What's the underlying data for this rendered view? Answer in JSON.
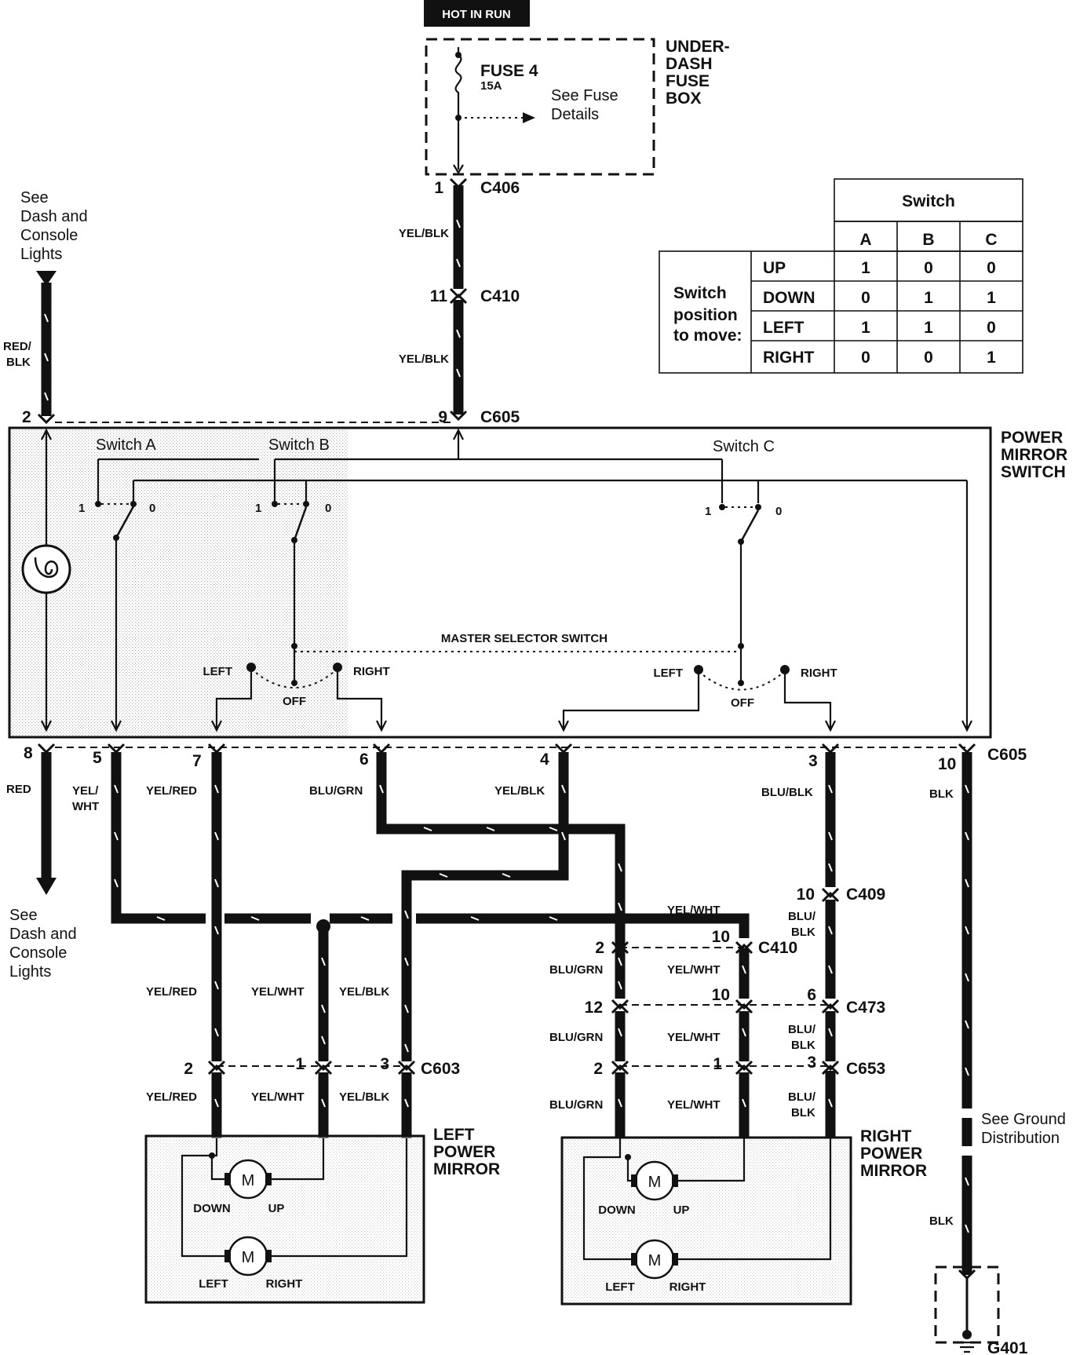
{
  "header": {
    "hot_in_run": "HOT IN RUN"
  },
  "fuse_box": {
    "title_lines": [
      "UNDER-",
      "DASH",
      "FUSE",
      "BOX"
    ],
    "fuse_label": "FUSE 4",
    "fuse_rating": "15A",
    "see_fuse_lines": [
      "See Fuse",
      "Details"
    ]
  },
  "top_left_ref": [
    "See",
    "Dash and",
    "Console",
    "Lights"
  ],
  "bottom_left_ref": [
    "See",
    "Dash and",
    "Console",
    "Lights"
  ],
  "connectors": {
    "c406": "C406",
    "c406_pin": "1",
    "c410_top": "C410",
    "c410_top_pin": "11",
    "c605_top": "C605",
    "c605_top_pin": "9",
    "left_pin_2": "2",
    "c605_bottom": "C605",
    "c409": "C409",
    "c409_pin": "10",
    "c410_right": "C410",
    "c410_right_pin_a": "2",
    "c410_right_pin_b": "10",
    "c473": "C473",
    "c473_pin_a": "12",
    "c473_pin_b": "10",
    "c473_pin_c": "6",
    "c653": "C653",
    "c653_pin_a": "2",
    "c653_pin_b": "1",
    "c653_pin_c": "3",
    "c603": "C603",
    "c603_pin_a": "2",
    "c603_pin_b": "1",
    "c603_pin_c": "3",
    "g401": "G401"
  },
  "bottom_pins": [
    "8",
    "5",
    "7",
    "6",
    "4",
    "3",
    "10"
  ],
  "wire_colors": {
    "yel_blk": "YEL/BLK",
    "red_blk_1": "RED/",
    "red_blk_2": "BLK",
    "red": "RED",
    "yel_wht_1": "YEL/",
    "yel_wht_2": "WHT",
    "yel_red": "YEL/RED",
    "blu_grn": "BLU/GRN",
    "blu_blk": "BLU/BLK",
    "blk": "BLK",
    "yel_wht": "YEL/WHT",
    "blu_blk_1": "BLU/",
    "blu_blk_2": "BLK"
  },
  "switch": {
    "title_lines": [
      "POWER",
      "MIRROR",
      "SWITCH"
    ],
    "switch_a": "Switch A",
    "switch_b": "Switch B",
    "switch_c": "Switch C",
    "pos_1": "1",
    "pos_0": "0",
    "master_selector": "MASTER SELECTOR SWITCH",
    "left": "LEFT",
    "right": "RIGHT",
    "off": "OFF"
  },
  "truth_table": {
    "header": "Switch",
    "columns": [
      "A",
      "B",
      "C"
    ],
    "row_group_lines": [
      "Switch",
      "position",
      "to move:"
    ],
    "rows": [
      {
        "label": "UP",
        "values": [
          "1",
          "0",
          "0"
        ]
      },
      {
        "label": "DOWN",
        "values": [
          "0",
          "1",
          "1"
        ]
      },
      {
        "label": "LEFT",
        "values": [
          "1",
          "1",
          "0"
        ]
      },
      {
        "label": "RIGHT",
        "values": [
          "0",
          "0",
          "1"
        ]
      }
    ]
  },
  "left_mirror": {
    "title_lines": [
      "LEFT",
      "POWER",
      "MIRROR"
    ],
    "motor": "M",
    "down": "DOWN",
    "up": "UP",
    "left": "LEFT",
    "right": "RIGHT"
  },
  "right_mirror": {
    "title_lines": [
      "RIGHT",
      "POWER",
      "MIRROR"
    ],
    "motor": "M",
    "down": "DOWN",
    "up": "UP",
    "left": "LEFT",
    "right": "RIGHT"
  },
  "ground_ref": [
    "See Ground",
    "Distribution"
  ]
}
